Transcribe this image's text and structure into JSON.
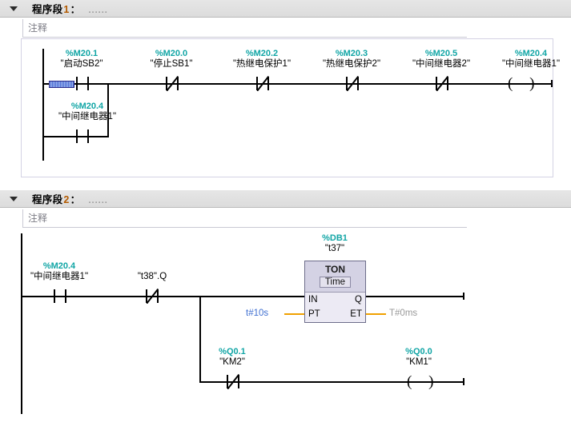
{
  "networks": [
    {
      "toggle_icon": "triangle-down-icon",
      "title_prefix": "程序段",
      "number": "1",
      "colon": "：",
      "dots": "......",
      "comment_placeholder": "注释",
      "elements": {
        "contacts": [
          {
            "addr": "%M20.1",
            "sym": "\"启动SB2\"",
            "type": "NO"
          },
          {
            "addr": "%M20.0",
            "sym": "\"停止SB1\"",
            "type": "NC"
          },
          {
            "addr": "%M20.2",
            "sym": "\"热继电保护1\"",
            "type": "NC"
          },
          {
            "addr": "%M20.3",
            "sym": "\"热继电保护2\"",
            "type": "NC"
          },
          {
            "addr": "%M20.5",
            "sym": "\"中间继电器2\"",
            "type": "NC"
          },
          {
            "addr": "%M20.4",
            "sym": "\"中间继电器1\"",
            "type": "NO"
          }
        ],
        "coil": {
          "addr": "%M20.4",
          "sym": "\"中间继电器1\"",
          "glyph": "( )"
        }
      }
    },
    {
      "toggle_icon": "triangle-down-icon",
      "title_prefix": "程序段",
      "number": "2",
      "colon": "：",
      "dots": "......",
      "comment_placeholder": "注释",
      "elements": {
        "contacts": [
          {
            "addr": "%M20.4",
            "sym": "\"中间继电器1\"",
            "type": "NO"
          },
          {
            "addr": "",
            "sym": "\"t38\".Q",
            "type": "NC"
          },
          {
            "addr": "%Q0.1",
            "sym": "\"KM2\"",
            "type": "NC"
          }
        ],
        "timer": {
          "db": "%DB1",
          "instance": "\"t37\"",
          "name": "TON",
          "type": "Time",
          "pins": {
            "in": "IN",
            "pt": "PT",
            "q": "Q",
            "et": "ET"
          },
          "pt_value": "t#10s",
          "et_value": "T#0ms"
        },
        "coil": {
          "addr": "%Q0.0",
          "sym": "\"KM1\"",
          "glyph": "( )"
        }
      }
    }
  ],
  "colors": {
    "address": "#10a5a5",
    "header_bar": "#e0e0e0",
    "block_header": "#d4d2e4",
    "block_body": "#eceaf4",
    "pin_wire": "#f0a000",
    "input_value": "#3f6fd1",
    "output_value": "#9a9a9a",
    "selection": "#4a6ed3",
    "network_border": "#d4d2e4"
  }
}
